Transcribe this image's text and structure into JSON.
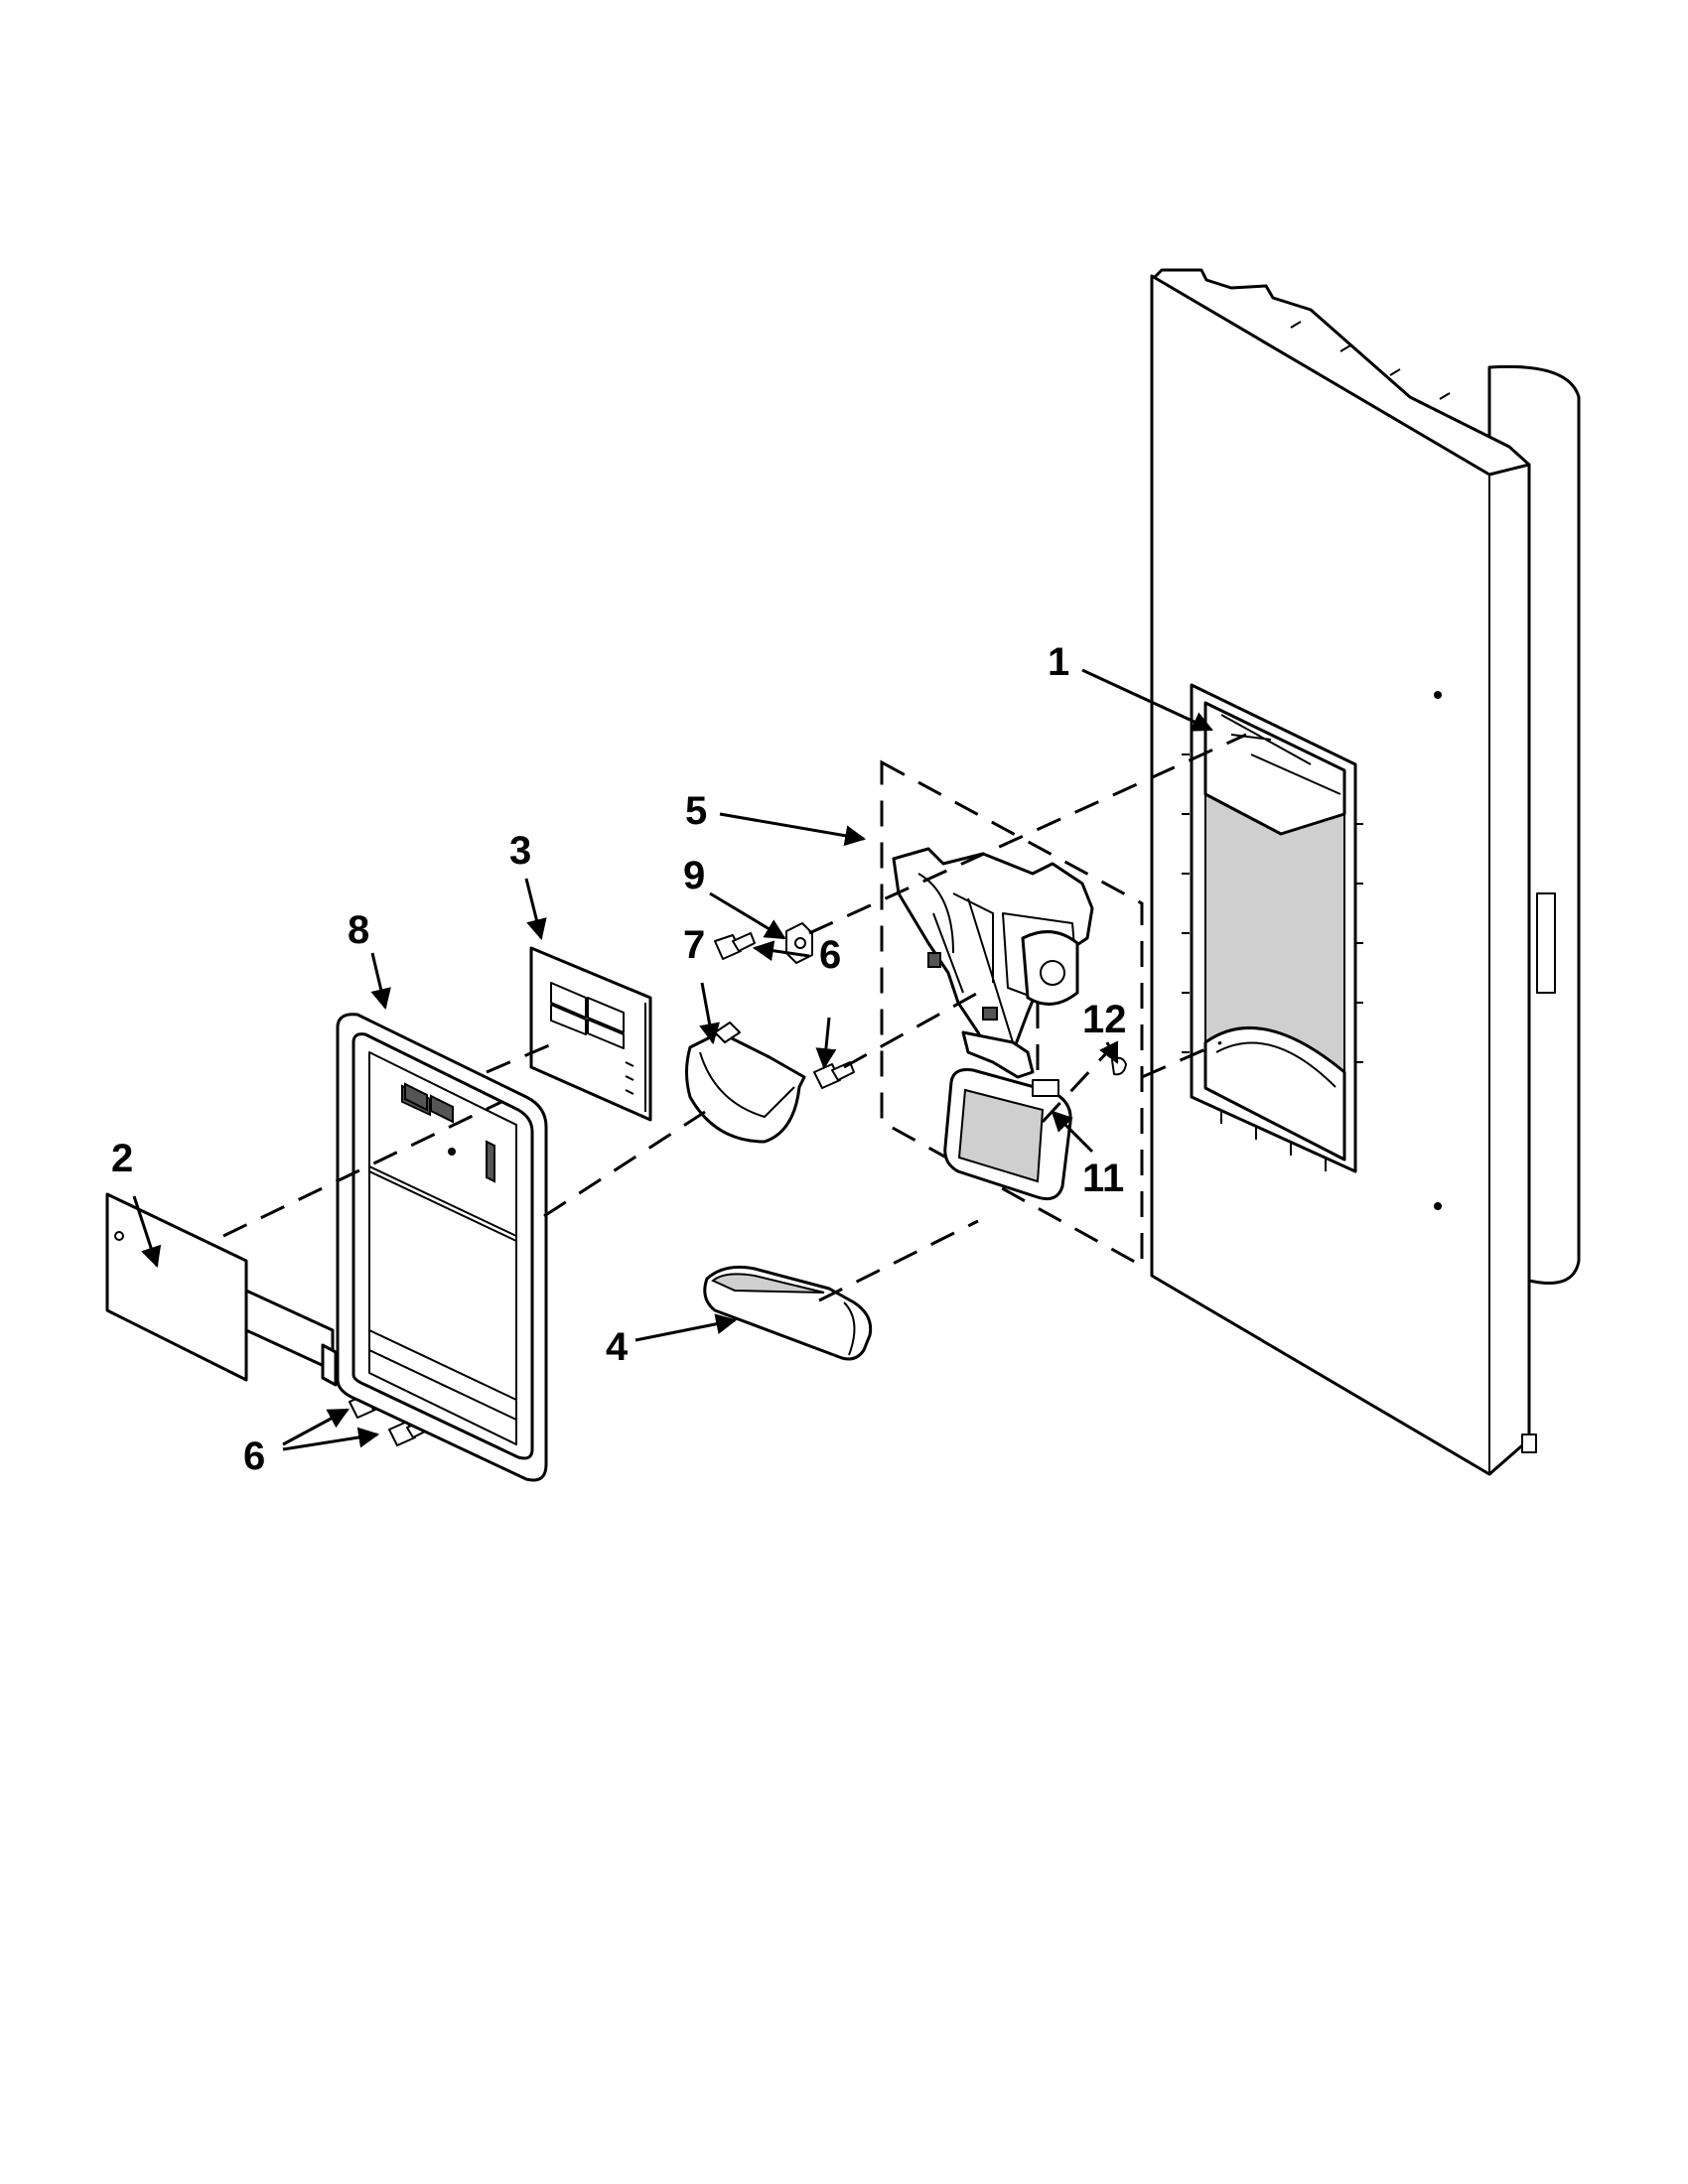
{
  "diagram": {
    "callouts": {
      "c1": "1",
      "c2": "2",
      "c3": "3",
      "c4": "4",
      "c5": "5",
      "c6a": "6",
      "c6b": "6",
      "c7": "7",
      "c8": "8",
      "c9": "9",
      "c11": "11",
      "c12": "12"
    },
    "colors": {
      "line": "#000000",
      "background": "#ffffff",
      "shade": "#cfcfcf"
    }
  }
}
